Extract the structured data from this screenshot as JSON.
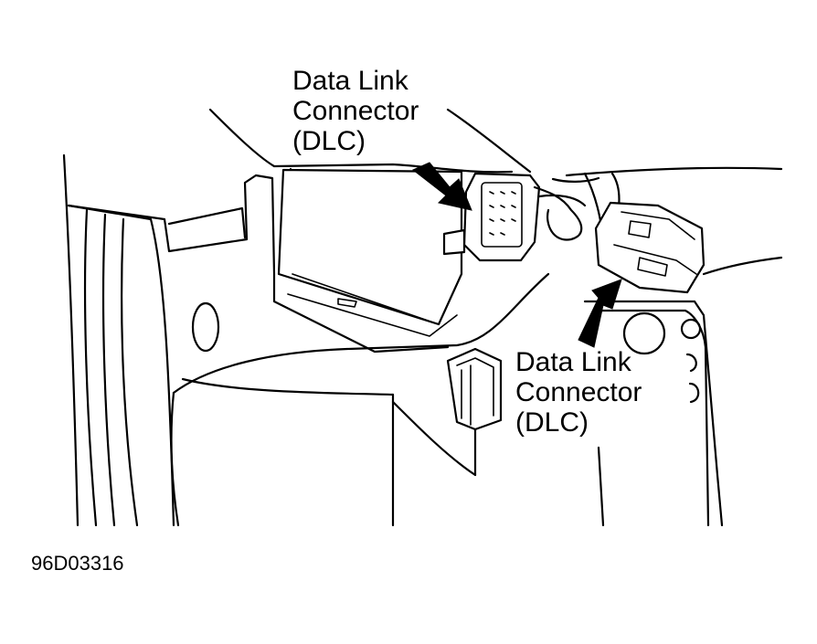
{
  "callouts": [
    {
      "lines": [
        "Data Link",
        "Connector",
        "(DLC)"
      ]
    },
    {
      "lines": [
        "Data Link",
        "Connector",
        "(DLC)"
      ]
    }
  ],
  "figure_id": "96D03316"
}
